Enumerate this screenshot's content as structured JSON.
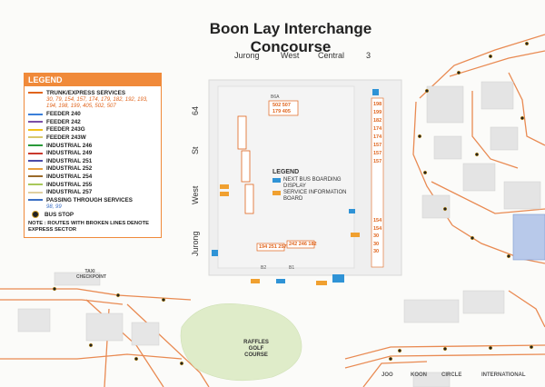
{
  "title": "Boon Lay Interchange Concourse",
  "streets": {
    "top_words": [
      "Jurong",
      "West",
      "Central",
      "3"
    ],
    "left_words": [
      "Jurong",
      "West",
      "St",
      "64"
    ]
  },
  "legend": {
    "header": "LEGEND",
    "items": [
      {
        "label": "TRUNK/EXPRESS SERVICES",
        "color": "#e0641c"
      },
      {
        "label": "FEEDER 240",
        "color": "#3b7fd9"
      },
      {
        "label": "FEEDER 242",
        "color": "#7a4fa8"
      },
      {
        "label": "FEEDER 243G",
        "color": "#f2c21a"
      },
      {
        "label": "FEEDER 243W",
        "color": "#d9c86a"
      },
      {
        "label": "INDUSTRIAL 246",
        "color": "#2a9a3a"
      },
      {
        "label": "INDUSTRIAL 249",
        "color": "#c9392e"
      },
      {
        "label": "INDUSTRIAL 251",
        "color": "#4a4aa8"
      },
      {
        "label": "INDUSTRIAL 252",
        "color": "#e8a040"
      },
      {
        "label": "INDUSTRIAL 254",
        "color": "#9a6a2a"
      },
      {
        "label": "INDUSTRIAL 255",
        "color": "#a8c85a"
      },
      {
        "label": "INDUSTRIAL 257",
        "color": "#e0d0a0"
      },
      {
        "label": "PASSING THROUGH SERVICES",
        "color": "#3b6fc5"
      }
    ],
    "trunk_routes": "30, 79, 154, 157, 174, 179, 182, 192, 193, 194, 198, 199, 405, 502, 507",
    "passing_routes": "98, 99",
    "bus_stop": "BUS STOP",
    "note": "NOTE : ROUTES WITH BROKEN LINES DENOTE EXPRESS SECTOR"
  },
  "concourse_legend": {
    "header": "LEGEND",
    "next_bus": "NEXT BUS BOARDING DISPLAY",
    "service_info": "SERVICE INFORMATION BOARD",
    "next_bus_color": "#2f93d6",
    "service_info_color": "#f0a030"
  },
  "berth_labels": {
    "b6a": "B6A",
    "b6a_top": "502 507",
    "b6a_bottom": "179 405",
    "b2_routes": "194 251 257",
    "b1_routes": "242 246 182",
    "b2": "B2",
    "b1": "B1"
  },
  "right_column_routes": [
    "198",
    "199",
    "182",
    "174",
    "174",
    "157",
    "157",
    "157",
    "154",
    "154",
    "30",
    "30",
    "30"
  ],
  "place_labels": {
    "golf": "RAFFLES GOLF COURSE",
    "taxi": "TAXI CHECKPOINT",
    "joo_koon": "JOO",
    "koon": "KOON",
    "circle": "CIRCLE",
    "international": "INTERNATIONAL"
  },
  "colors": {
    "road": "#e98a52",
    "building": "#e4e4e4",
    "green": "#dfecc9",
    "accent": "#e0641c"
  }
}
